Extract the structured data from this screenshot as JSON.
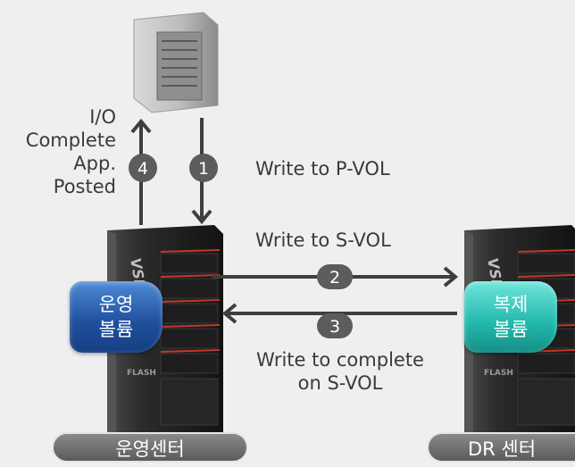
{
  "io_label": [
    "I/O",
    "Complete",
    "App.",
    "Posted"
  ],
  "steps": {
    "s1": {
      "number": "1",
      "text": "Write to P-VOL"
    },
    "s2": {
      "number": "2",
      "text": "Write to S-VOL"
    },
    "s3": {
      "number": "3",
      "text_line1": "Write to complete",
      "text_line2": "on S-VOL"
    },
    "s4": {
      "number": "4"
    }
  },
  "volumes": {
    "primary": {
      "line1": "운영",
      "line2": "볼륨"
    },
    "replica": {
      "line1": "복제",
      "line2": "볼륨"
    }
  },
  "sites": {
    "main": "운영센터",
    "dr": "DR 센터"
  },
  "rack_logo": "VSP",
  "rack_badge": "FLASH",
  "colors": {
    "arrow": "#3e3e3e",
    "step_badge": "#5c5c5c",
    "primary_volume": "#1d4e9a",
    "replica_volume": "#22b7ab",
    "rack_led": "#c0392b"
  }
}
